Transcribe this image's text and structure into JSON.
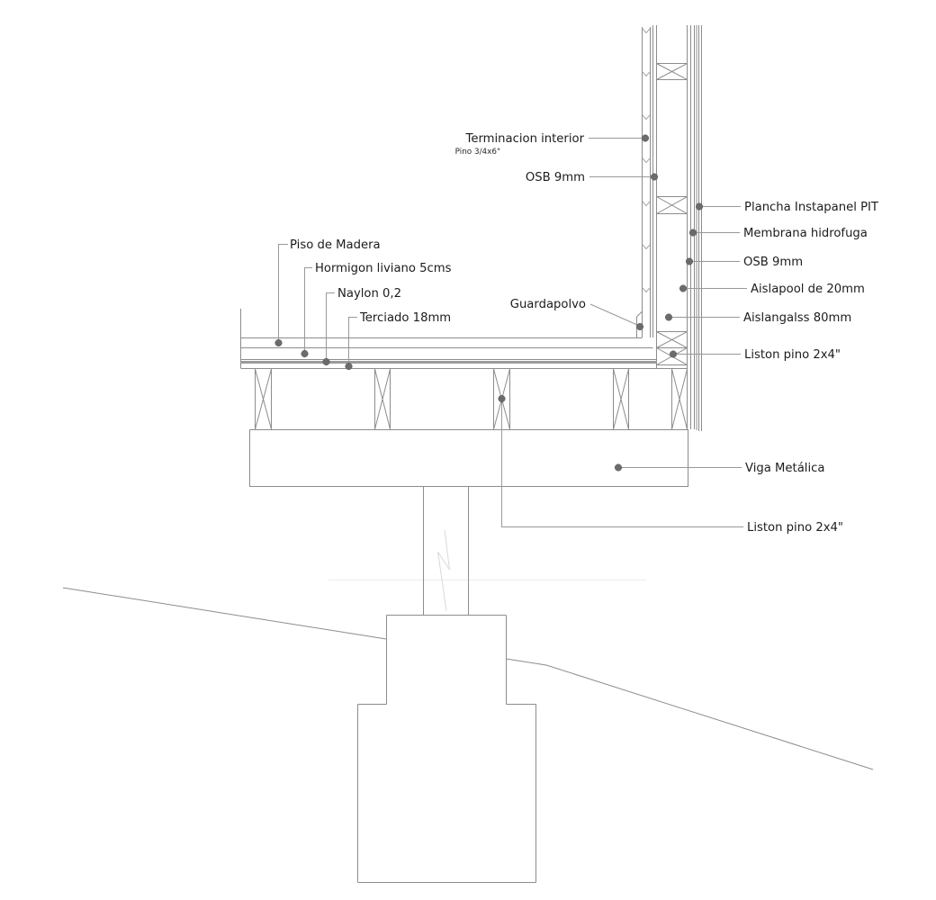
{
  "drawing": {
    "type": "construction-detail-section",
    "colors": {
      "background": "#ffffff",
      "line": "#8c8c8c",
      "leader_line": "#999999",
      "text": "#1c1c1c",
      "dot": "#6b6b6b",
      "naylon_band": "#9a9a9a"
    }
  },
  "labels": {
    "terminacion_interior": "Terminacion interior",
    "pino_sub": "Pino 3/4x6\"",
    "osb_interior": "OSB 9mm",
    "plancha_instapanel": "Plancha Instapanel PIT",
    "membrana_hidrofuga": "Membrana hidrofuga",
    "osb_exterior": "OSB 9mm",
    "aislapool": "Aislapool de 20mm",
    "aislangalss": "Aislangalss 80mm",
    "liston_pino_muro": "Liston pino 2x4\"",
    "piso_de_madera": "Piso de Madera",
    "hormigon_liviano": "Hormigon liviano 5cms",
    "naylon": "Naylon 0,2",
    "terciado": "Terciado 18mm",
    "guardapolvo": "Guardapolvo",
    "viga_metalica": "Viga Metálica",
    "liston_pino_piso": "Liston pino 2x4\""
  }
}
